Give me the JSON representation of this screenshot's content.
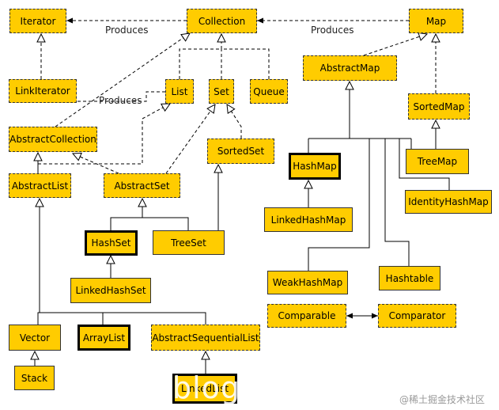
{
  "nodes": {
    "iterator": "Iterator",
    "collection": "Collection",
    "map": "Map",
    "link_iterator": "LinkIterator",
    "list": "List",
    "set": "Set",
    "queue": "Queue",
    "abstract_map": "AbstractMap",
    "sorted_map": "SortedMap",
    "abstract_collection": "AbstractCollection",
    "sorted_set": "SortedSet",
    "hash_map": "HashMap",
    "tree_map": "TreeMap",
    "abstract_list": "AbstractList",
    "abstract_set": "AbstractSet",
    "identity_hash_map": "IdentityHashMap",
    "linked_hash_map": "LinkedHashMap",
    "hash_set": "HashSet",
    "tree_set": "TreeSet",
    "weak_hash_map": "WeakHashMap",
    "hashtable": "Hashtable",
    "linked_hash_set": "LinkedHashSet",
    "comparable": "Comparable",
    "comparator": "Comparator",
    "vector": "Vector",
    "array_list": "ArrayList",
    "abstract_sequential_list": "AbstractSequentialList",
    "stack": "Stack",
    "linked_list": "LinkedList"
  },
  "edge_labels": {
    "collection_produces_iterator": "Produces",
    "map_produces_collection": "Produces",
    "list_produces_link_iterator": "Produces"
  },
  "watermark": {
    "blog": "blog",
    "site": "@稀土掘金技术社区"
  },
  "colors": {
    "node_fill": "#ffcc00",
    "edge": "#000000"
  }
}
